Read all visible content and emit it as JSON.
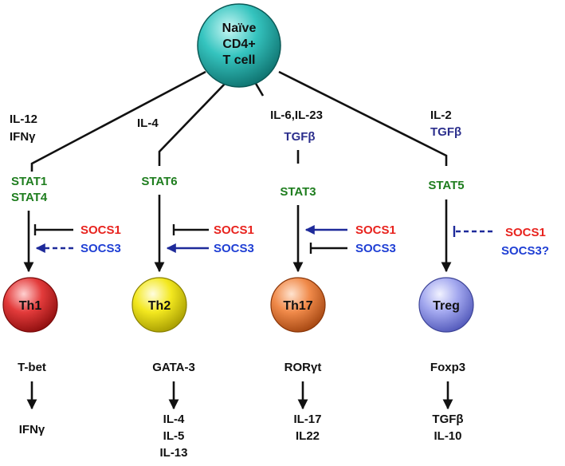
{
  "root": {
    "lines": [
      "Naïve",
      "CD4+",
      "T cell"
    ]
  },
  "branches": [
    {
      "id": "th1",
      "cytokines": [
        {
          "text": "IL-12",
          "color": "#111111"
        },
        {
          "text": "IFNγ",
          "color": "#111111"
        }
      ],
      "stats": [
        "STAT1",
        "STAT4"
      ],
      "socs": [
        {
          "text": "SOCS1",
          "color": "#e8231e",
          "effect": "inhibit"
        },
        {
          "text": "SOCS3",
          "color": "#1f3fd4",
          "effect": "activate-dashed"
        }
      ],
      "cell": {
        "label": "Th1",
        "color": "#e23a3a"
      },
      "tf": "T-bet",
      "products": [
        "IFNγ"
      ]
    },
    {
      "id": "th2",
      "cytokines": [
        {
          "text": "IL-4",
          "color": "#111111"
        }
      ],
      "stats": [
        "STAT6"
      ],
      "socs": [
        {
          "text": "SOCS1",
          "color": "#e8231e",
          "effect": "inhibit"
        },
        {
          "text": "SOCS3",
          "color": "#1f3fd4",
          "effect": "activate"
        }
      ],
      "cell": {
        "label": "Th2",
        "color": "#f2e81c"
      },
      "tf": "GATA-3",
      "products": [
        "IL-4",
        "IL-5",
        "IL-13"
      ]
    },
    {
      "id": "th17",
      "cytokines": [
        {
          "text": "IL-6,IL-23",
          "color": "#111111"
        },
        {
          "text": "TGFβ",
          "color": "#2b2e8c"
        }
      ],
      "stats": [
        "STAT3"
      ],
      "socs": [
        {
          "text": "SOCS1",
          "color": "#e8231e",
          "effect": "activate"
        },
        {
          "text": "SOCS3",
          "color": "#1f3fd4",
          "effect": "inhibit"
        }
      ],
      "cell": {
        "label": "Th17",
        "color": "#f08a4a"
      },
      "tf": "RORγt",
      "products": [
        "IL-17",
        "IL22"
      ]
    },
    {
      "id": "treg",
      "cytokines": [
        {
          "text": "IL-2",
          "color": "#111111"
        },
        {
          "text": "TGFβ",
          "color": "#2b2e8c"
        }
      ],
      "stats": [
        "STAT5"
      ],
      "socs": [
        {
          "text": "SOCS1",
          "color": "#e8231e",
          "effect": "inhibit-dashed"
        },
        {
          "text": "SOCS3?",
          "color": "#1f3fd4",
          "effect": "none"
        }
      ],
      "cell": {
        "label": "Treg",
        "color": "#9aa0ec"
      },
      "tf": "Foxp3",
      "products": [
        "TGFβ",
        "IL-10"
      ]
    }
  ],
  "colors": {
    "stat": "#1e7d1e",
    "root": "#26b5b0",
    "arrow": "#111111",
    "socs_arrow": "#1e2a9a"
  }
}
